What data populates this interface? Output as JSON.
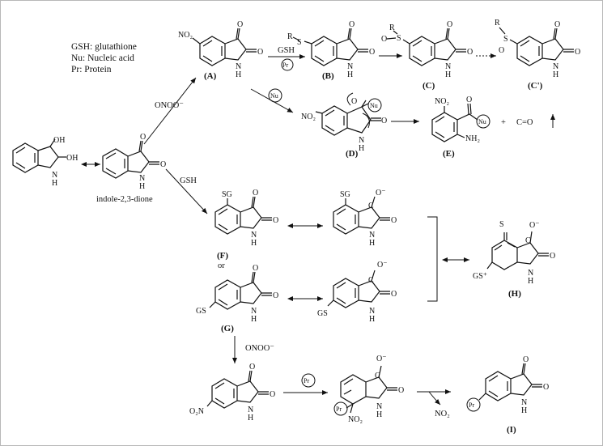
{
  "legend": {
    "gsh": "GSH: glutathione",
    "nu": "Nu: Nucleic acid",
    "pr": "Pr: Protein"
  },
  "reagents": {
    "onoo_top": "ONOO⁻",
    "gsh_mid": "GSH",
    "gsh_top": "GSH",
    "onoo_bottom": "ONOO⁻",
    "nu": "Nu",
    "pr": "Pr",
    "pr_bottom": "Pr",
    "no2_loss": "NO₂"
  },
  "labels": {
    "isatin_name": "indole-2,3-dione",
    "A": "(A)",
    "B": "(B)",
    "C": "(C)",
    "Cp": "(C')",
    "D": "(D)",
    "E": "(E)",
    "F": "(F)",
    "G": "(G)",
    "H": "(H)",
    "I": "(I)",
    "or": "or",
    "co": "C=O",
    "plus": "+"
  },
  "atoms": {
    "O": "O",
    "NH": "N",
    "H": "H",
    "OH": "OH",
    "SG": "SG",
    "GS": "GS",
    "S": "S",
    "NO2": "NO₂",
    "O2N": "O₂N",
    "R": "R",
    "NH2": "NH₂",
    "Nu": "Nu",
    "Pr": "Pr",
    "Om": "O⁻",
    "C": "C",
    "GSp": "GS⁺"
  },
  "colors": {
    "ink": "#111111",
    "frame": "#b8b8b8"
  }
}
